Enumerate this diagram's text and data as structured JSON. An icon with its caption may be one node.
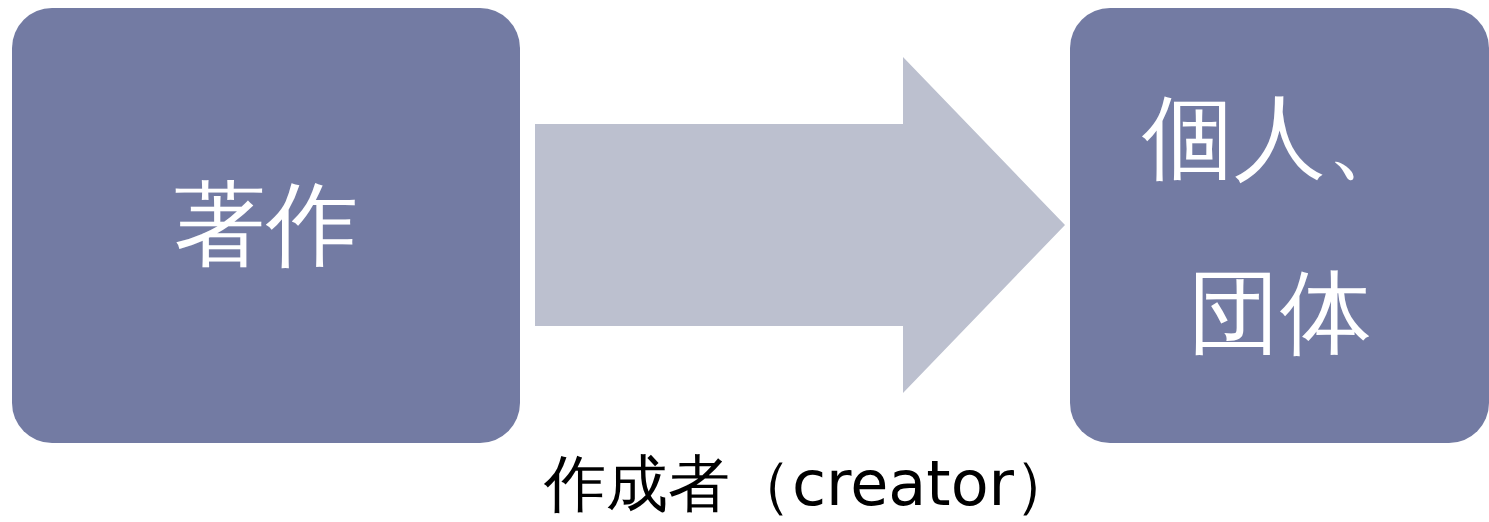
{
  "diagram": {
    "nodes": [
      {
        "text": [
          "著作"
        ]
      },
      {
        "text": [
          "個人、団体"
        ]
      }
    ],
    "edges": [
      {
        "from": 0,
        "to": 1,
        "arrow": "to",
        "label": "作成者（creator）"
      }
    ]
  }
}
